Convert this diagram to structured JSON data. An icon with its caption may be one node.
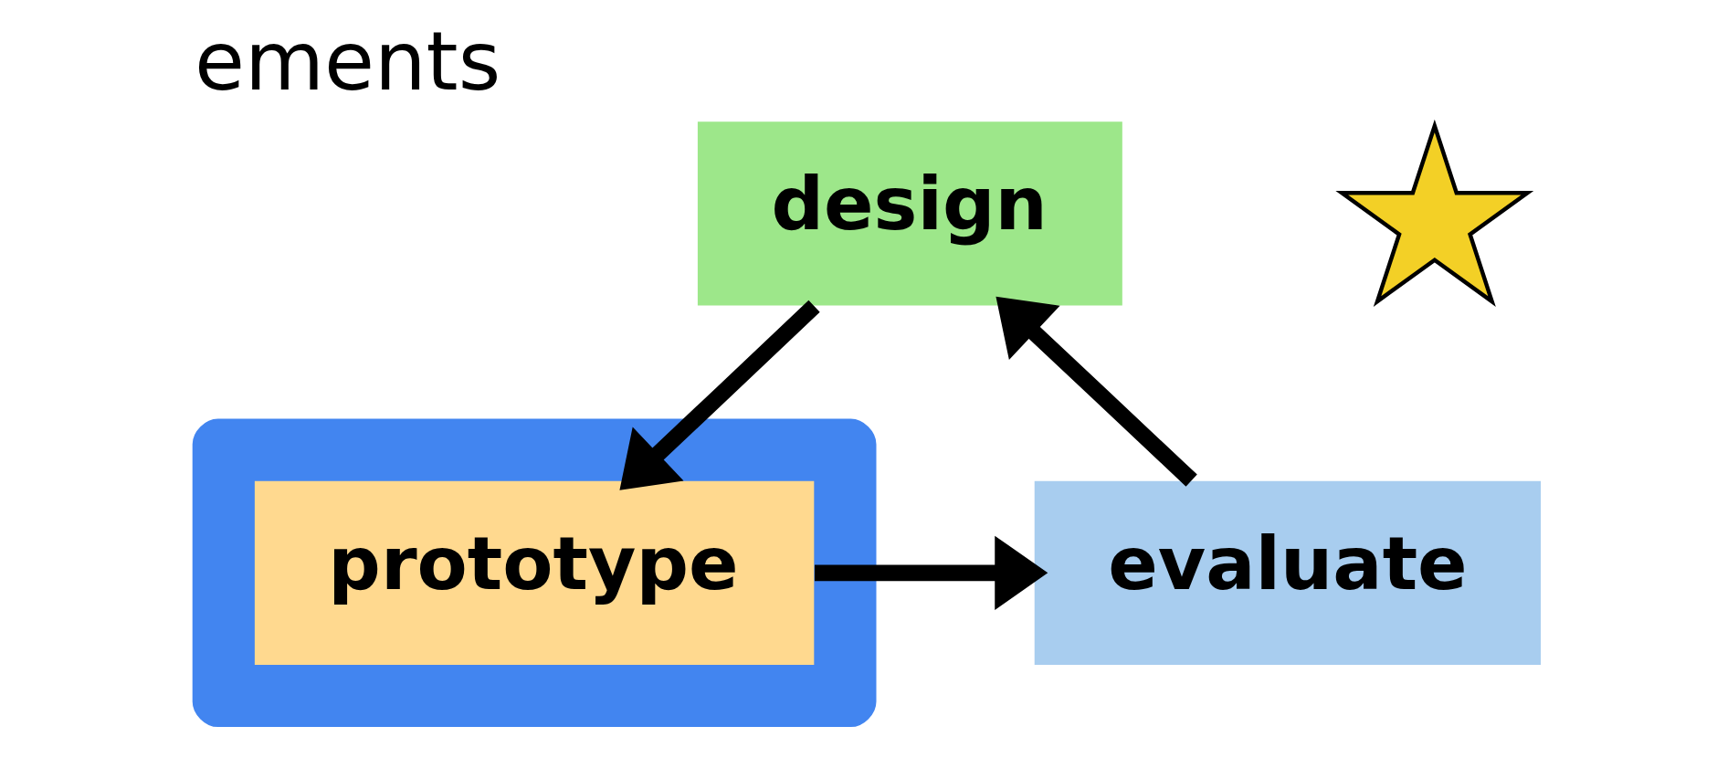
{
  "diagram": {
    "title": "ements",
    "nodes": [
      {
        "text": [
          "design"
        ]
      },
      {
        "text": [],
        "shape": "box"
      },
      {
        "text": [
          "prototype"
        ],
        "in": 1
      },
      {
        "text": [
          "evaluate"
        ]
      },
      {
        "text": [],
        "shape": "star"
      }
    ],
    "edges": [
      {
        "from": 0,
        "to": 2,
        "arrow": "to"
      },
      {
        "from": 2,
        "to": 3,
        "arrow": "to"
      },
      {
        "from": 3,
        "to": 0,
        "arrow": "to"
      }
    ]
  }
}
